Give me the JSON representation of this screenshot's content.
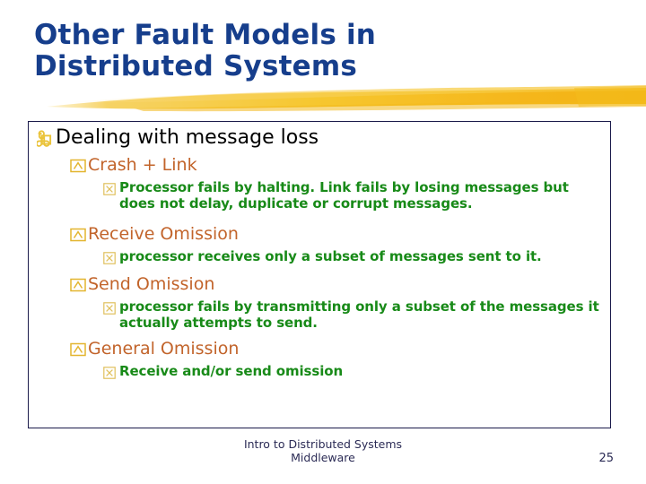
{
  "slide": {
    "title_lines": [
      "Other Fault Models in",
      "Distributed Systems"
    ],
    "title_color": "#163E8C",
    "accent_brush_color": "#F5C02A",
    "box_border_color": "#1B1B4B"
  },
  "bullets": [
    {
      "level": 1,
      "icon": "diamond-loop-bullet-icon",
      "text": "Dealing with message loss",
      "color": "#000000"
    },
    {
      "level": 2,
      "icon": "triangle-box-bullet-icon",
      "text": "Crash + Link",
      "color": "#C2642B"
    },
    {
      "level": 3,
      "icon": "x-box-bullet-icon",
      "text": "Processor fails by halting.  Link fails by losing messages but does not delay, duplicate or corrupt messages.",
      "color": "#188A18"
    },
    {
      "level": 2,
      "icon": "triangle-box-bullet-icon",
      "text": "Receive Omission",
      "color": "#C2642B"
    },
    {
      "level": 3,
      "icon": "x-box-bullet-icon",
      "text": "processor receives only a subset of messages sent to it.",
      "color": "#188A18"
    },
    {
      "level": 2,
      "icon": "triangle-box-bullet-icon",
      "text": "Send Omission",
      "color": "#C2642B"
    },
    {
      "level": 3,
      "icon": "x-box-bullet-icon",
      "text": "processor fails by transmitting only a subset of the messages it actually attempts to send.",
      "color": "#188A18"
    },
    {
      "level": 2,
      "icon": "triangle-box-bullet-icon",
      "text": "General Omission",
      "color": "#C2642B"
    },
    {
      "level": 3,
      "icon": "x-box-bullet-icon",
      "text": "Receive and/or send omission",
      "color": "#188A18"
    }
  ],
  "footer": {
    "line1": "Intro to Distributed Systems",
    "line2": "Middleware",
    "page_number": "25"
  }
}
